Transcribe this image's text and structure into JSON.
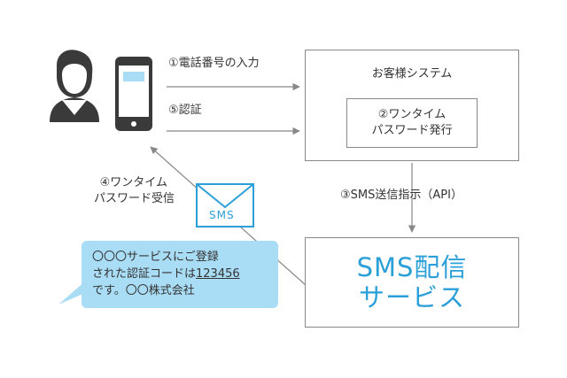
{
  "arrows": {
    "step1": "①電話番号の入力",
    "step5": "⑤認証",
    "step3": "③SMS送信指示（API）",
    "step4_line1": "④ワンタイム",
    "step4_line2": "パスワード受信"
  },
  "customer_system": {
    "title": "お客様システム",
    "inner_line1": "②ワンタイム",
    "inner_line2": "パスワード発行"
  },
  "sms_service": {
    "line1": "SMS配信",
    "line2": "サービス"
  },
  "envelope": {
    "label": "SMS"
  },
  "message_bubble": {
    "line1": "〇〇〇サービスにご登録",
    "line2_prefix": "された認証コードは",
    "code": "123456",
    "line3": "です。〇〇株式会社"
  },
  "colors": {
    "accent": "#2a9fd8",
    "bubble": "#a9dcf5",
    "envelope": "#2a9fd8",
    "icon": "#3a3a3a",
    "arrow": "#888888"
  },
  "icons": {
    "user": "user-icon",
    "phone": "smartphone-icon",
    "mail": "envelope-icon"
  }
}
